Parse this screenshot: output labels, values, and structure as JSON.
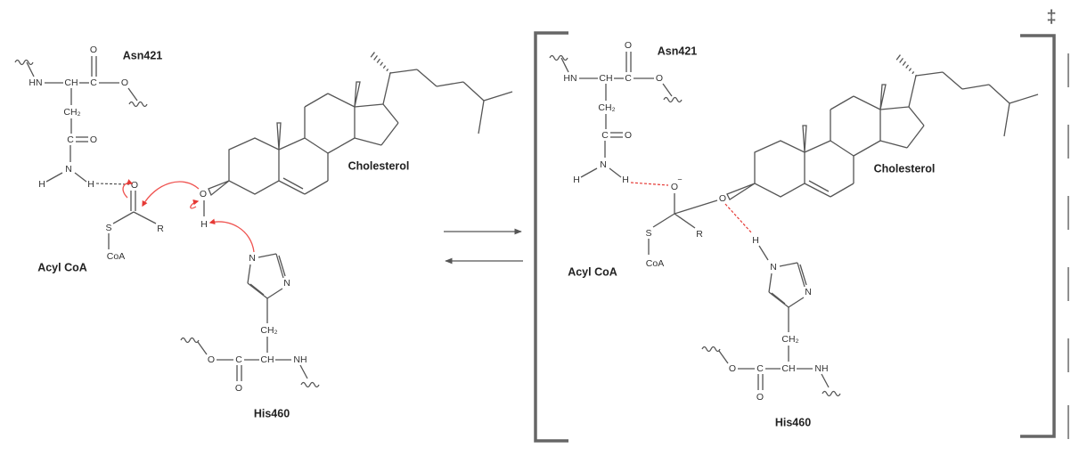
{
  "labels": {
    "asn": "Asn421",
    "cholesterol": "Cholesterol",
    "acyl": "Acyl CoA",
    "his": "His460",
    "transition_state": "‡"
  },
  "atoms": {
    "HN": "HN",
    "CH": "CH",
    "C": "C",
    "O": "O",
    "CH2": "CH₂",
    "N": "N",
    "H": "H",
    "S": "S",
    "R": "R",
    "CoA": "CoA",
    "NH": "NH",
    "minus": "−"
  },
  "colors": {
    "bonds": "#555555",
    "arrows": "#ef5350",
    "hbond": "#e53935",
    "bracket": "#666666"
  }
}
